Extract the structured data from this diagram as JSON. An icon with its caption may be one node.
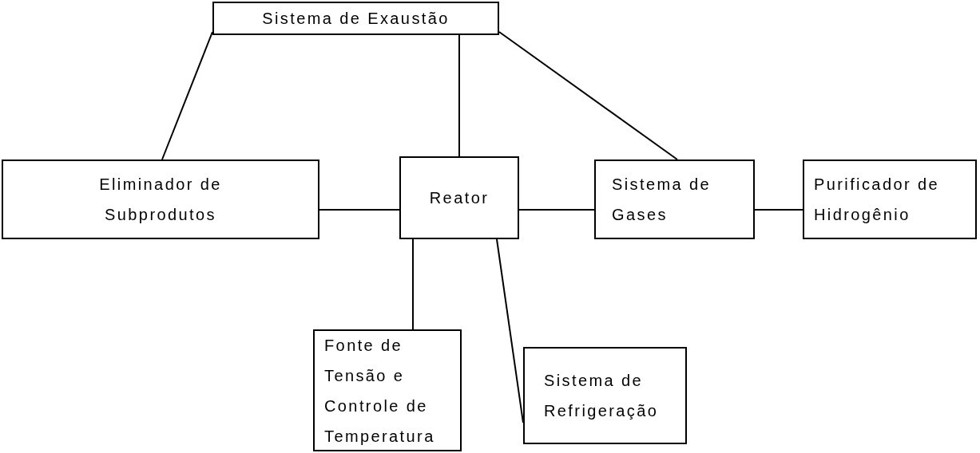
{
  "diagram": {
    "nodes": [
      {
        "text": [
          "Sistema de Exaustão"
        ]
      },
      {
        "text": [
          "Eliminador de Subprodutos"
        ]
      },
      {
        "text": [
          "Reator"
        ]
      },
      {
        "text": [
          "Sistema de Gases"
        ]
      },
      {
        "text": [
          "Purificador de Hidrogênio"
        ]
      },
      {
        "text": [
          "Fonte de Tensão e Controle de Temperatura"
        ]
      },
      {
        "text": [
          "Sistema de Refrigeração"
        ]
      }
    ],
    "edges": [
      {
        "from": 0,
        "to": 1,
        "arrow": "none"
      },
      {
        "from": 0,
        "to": 2,
        "arrow": "none"
      },
      {
        "from": 0,
        "to": 3,
        "arrow": "none"
      },
      {
        "from": 1,
        "to": 2,
        "arrow": "none"
      },
      {
        "from": 2,
        "to": 3,
        "arrow": "none"
      },
      {
        "from": 3,
        "to": 4,
        "arrow": "none"
      },
      {
        "from": 2,
        "to": 5,
        "arrow": "none"
      },
      {
        "from": 2,
        "to": 6,
        "arrow": "none"
      }
    ]
  }
}
